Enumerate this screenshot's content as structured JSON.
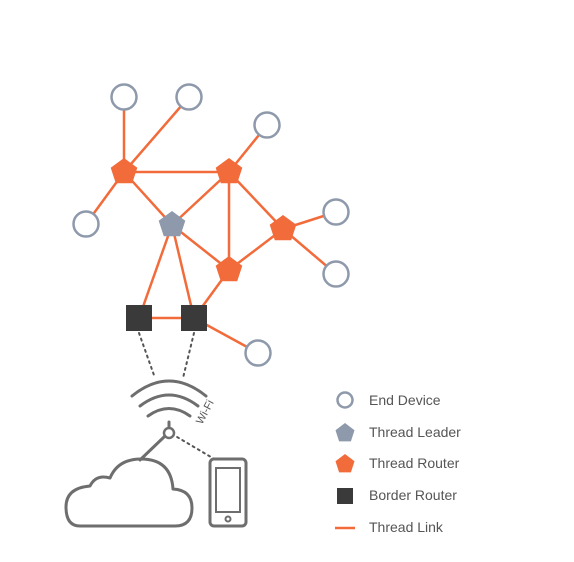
{
  "colors": {
    "thread_link": "#F26B3A",
    "thread_router": "#F26B3A",
    "thread_leader": "#8E9AAB",
    "border_router": "#3A3A3A",
    "end_device_stroke": "#8E9AAB",
    "outline_gray": "#6E6E6E",
    "legend_text": "#555555",
    "background": "#FFFFFF"
  },
  "icons": {
    "wifi": "wifi-icon",
    "cloud": "cloud-icon",
    "phone": "smartphone-icon"
  },
  "wifi_label": "Wi-Fi",
  "legend": {
    "end_device": "End Device",
    "thread_leader": "Thread Leader",
    "thread_router": "Thread Router",
    "border_router": "Border Router",
    "thread_link": "Thread Link"
  }
}
